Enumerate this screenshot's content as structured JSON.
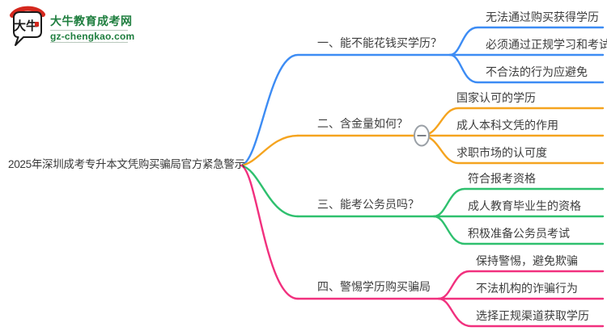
{
  "logo": {
    "mark_text": "大牛",
    "site_name": "大牛教育成考网",
    "domain": "gz-chengkao.com",
    "brand_green": "#1E7E3E",
    "seal_red": "#D5281E"
  },
  "mindmap": {
    "root": {
      "label": "2025年深圳成考专升本文凭购买骗局官方紧急警示"
    },
    "branches": [
      {
        "label": "一、能不能花钱买学历？",
        "color": "#3D8CF4",
        "children": [
          "无法通过购买获得学历",
          "必须通过正规学习和考试",
          "不合法的行为应避免"
        ]
      },
      {
        "label": "二、含金量如何？",
        "color": "#F5A41F",
        "collapse_control": "minus",
        "children": [
          "国家认可的学历",
          "成人本科文凭的作用",
          "求职市场的认可度"
        ]
      },
      {
        "label": "三、能考公务员吗？",
        "color": "#2EC06E",
        "children": [
          "符合报考资格",
          "成人教育毕业生的资格",
          "积极准备公务员考试"
        ]
      },
      {
        "label": "四、警惕学历购买骗局",
        "color": "#F1307E",
        "children": [
          "保持警惕，避免欺骗",
          "不法机构的诈骗行为",
          "选择正规渠道获取学历"
        ]
      }
    ],
    "ui": {
      "collapse_circle_border": "#9AA0A6",
      "collapse_minus_color": "#7a7f85",
      "text_color": "#3d3d3d"
    }
  }
}
